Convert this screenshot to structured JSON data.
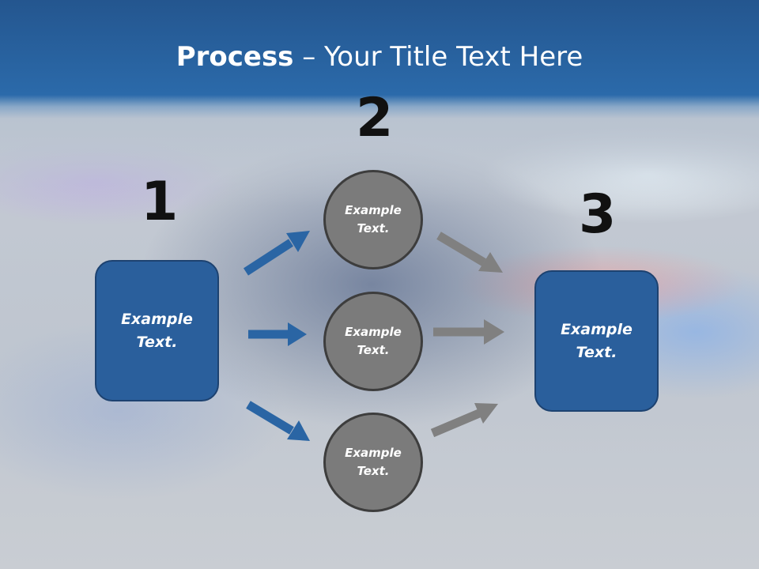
{
  "title": {
    "strong": "Process",
    "rest": " – Your Title Text Here"
  },
  "steps": [
    {
      "number": "1",
      "text": "Example\nText."
    },
    {
      "number": "2",
      "items": [
        "Example\nText.",
        "Example\nText.",
        "Example\nText."
      ]
    },
    {
      "number": "3",
      "text": "Example\nText."
    }
  ],
  "colors": {
    "box": "#2a5f9c",
    "circle": "#7b7b7b",
    "arrow_blue": "#2a65a4",
    "arrow_gray": "#808080"
  }
}
